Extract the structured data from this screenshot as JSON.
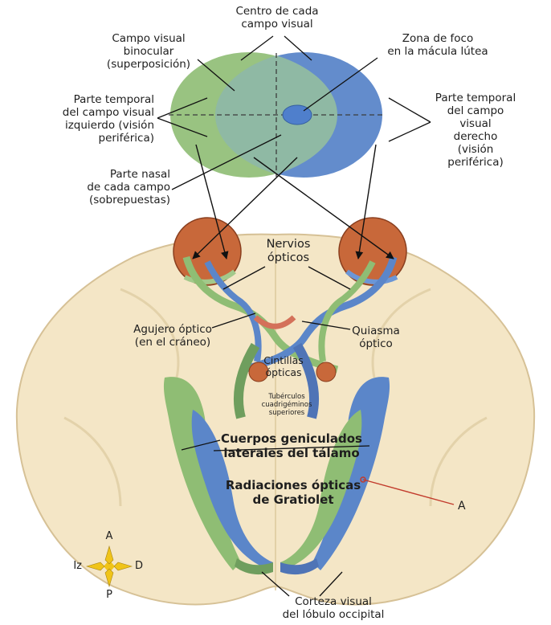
{
  "colors": {
    "left_field": "#93c07a",
    "right_field": "#5b86c9",
    "overlap": "#8fb9a4",
    "brain": "#f4e6c6",
    "eyeball": "#c8683a",
    "compass": "#f0c419"
  },
  "labels": {
    "centro": [
      "Centro de cada",
      "campo visual"
    ],
    "binocular": [
      "Campo visual",
      "binocular",
      "(superposición)"
    ],
    "foco": [
      "Zona de foco",
      "en la mácula lútea"
    ],
    "temporal_izq": [
      "Parte temporal",
      "del campo visual",
      "izquierdo (visión",
      "periférica)"
    ],
    "temporal_der": [
      "Parte temporal",
      "del campo",
      "visual",
      "derecho",
      "(visión",
      "periférica)"
    ],
    "nasal": [
      "Parte nasal",
      "de cada campo",
      "(sobrepuestas)"
    ],
    "nervios": [
      "Nervios",
      "ópticos"
    ],
    "agujero": [
      "Agujero óptico",
      "(en el cráneo)"
    ],
    "quiasma": [
      "Quiasma",
      "óptico"
    ],
    "cintillas": [
      "Cintillas",
      "ópticas"
    ],
    "tuberculos": [
      "Tubérculos",
      "cuadrigéminos",
      "superiores"
    ],
    "cuerpos": [
      "Cuerpos geniculados",
      "laterales del tálamo"
    ],
    "radiaciones": [
      "Radiaciones ópticas",
      "de Gratiolet"
    ],
    "a_marker": "A",
    "corteza": [
      "Corteza visual",
      "del lóbulo occipital"
    ]
  },
  "compass": {
    "north": "A",
    "south": "P",
    "west": "Iz",
    "east": "D"
  }
}
